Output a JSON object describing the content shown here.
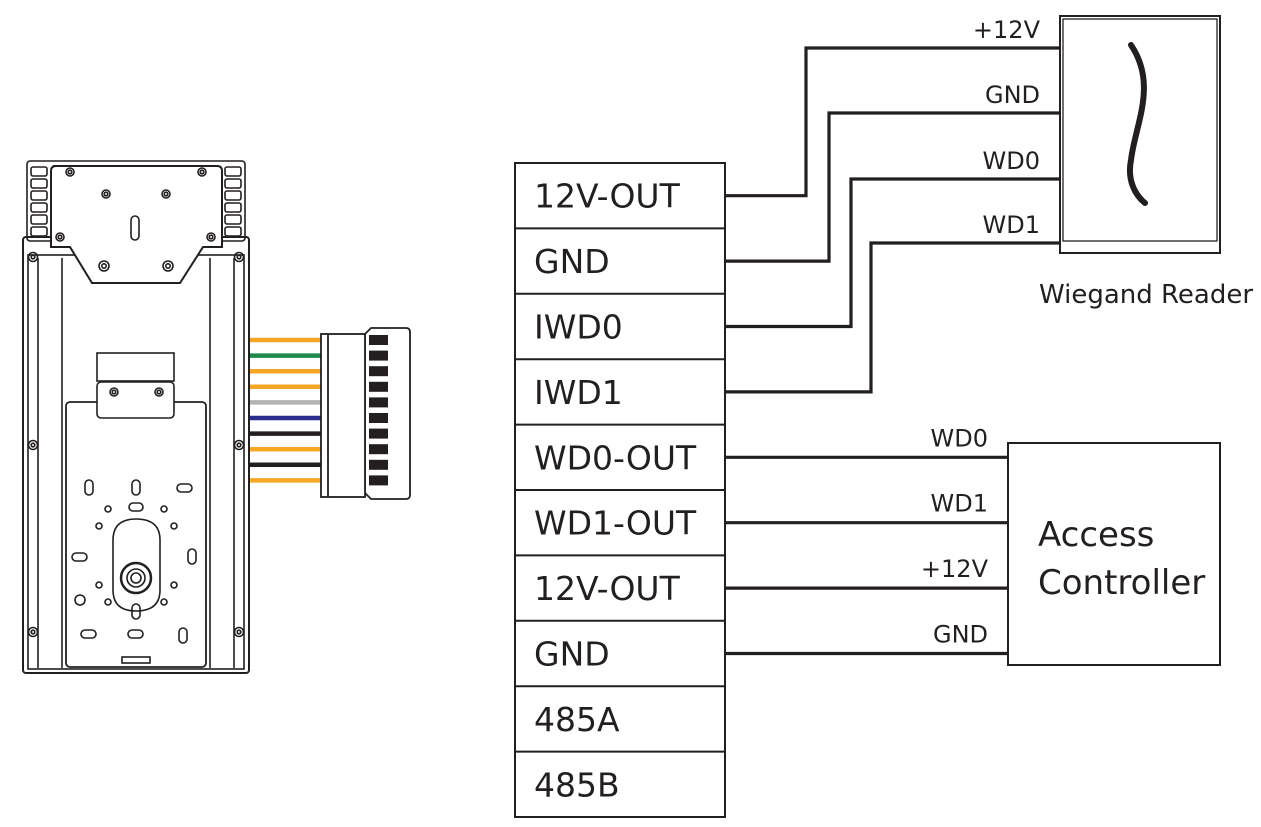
{
  "terminal_block": {
    "terminals": [
      {
        "label": "12V-OUT"
      },
      {
        "label": "GND"
      },
      {
        "label": "IWD0"
      },
      {
        "label": "IWD1"
      },
      {
        "label": "WD0-OUT"
      },
      {
        "label": "WD1-OUT"
      },
      {
        "label": "12V-OUT"
      },
      {
        "label": "GND"
      },
      {
        "label": "485A"
      },
      {
        "label": "485B"
      }
    ]
  },
  "wiegand_reader": {
    "name": "Wiegand Reader",
    "wires": [
      {
        "label": "+12V",
        "from_terminal": "12V-OUT"
      },
      {
        "label": "GND",
        "from_terminal": "GND"
      },
      {
        "label": "WD0",
        "from_terminal": "IWD0"
      },
      {
        "label": "WD1",
        "from_terminal": "IWD1"
      }
    ]
  },
  "access_controller": {
    "name_line1": "Access",
    "name_line2": "Controller",
    "wires": [
      {
        "label": "WD0",
        "from_terminal": "WD0-OUT"
      },
      {
        "label": "WD1",
        "from_terminal": "WD1-OUT"
      },
      {
        "label": "+12V",
        "from_terminal": "12V-OUT"
      },
      {
        "label": "GND",
        "from_terminal": "GND"
      }
    ]
  },
  "device": {
    "name": "device-rear-view",
    "cable_colors": [
      "#f5a623",
      "#1e8a4c",
      "#f5a623",
      "#f5a623",
      "#b3b3b3",
      "#2b2e8f",
      "#231f20",
      "#f5a623",
      "#231f20",
      "#f5a623"
    ]
  },
  "colors": {
    "line": "#231f20"
  }
}
